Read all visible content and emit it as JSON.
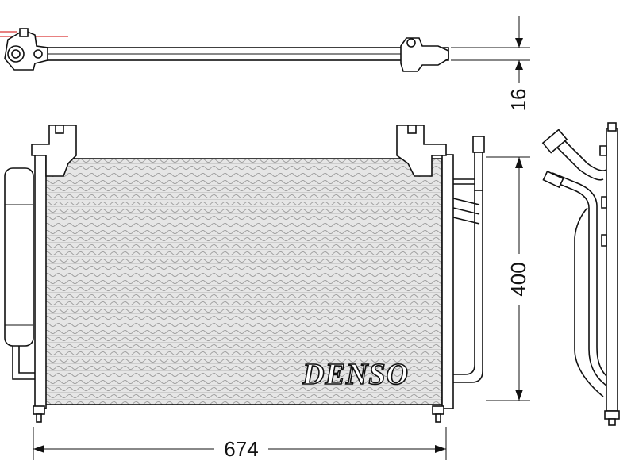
{
  "brand": {
    "name": "DENSO"
  },
  "dimensions": {
    "width": "674",
    "height": "400",
    "thickness": "16"
  },
  "colors": {
    "line": "#111111",
    "core_fill": "#e6e6e6",
    "background": "#ffffff",
    "corner_mark": "#e88080"
  }
}
